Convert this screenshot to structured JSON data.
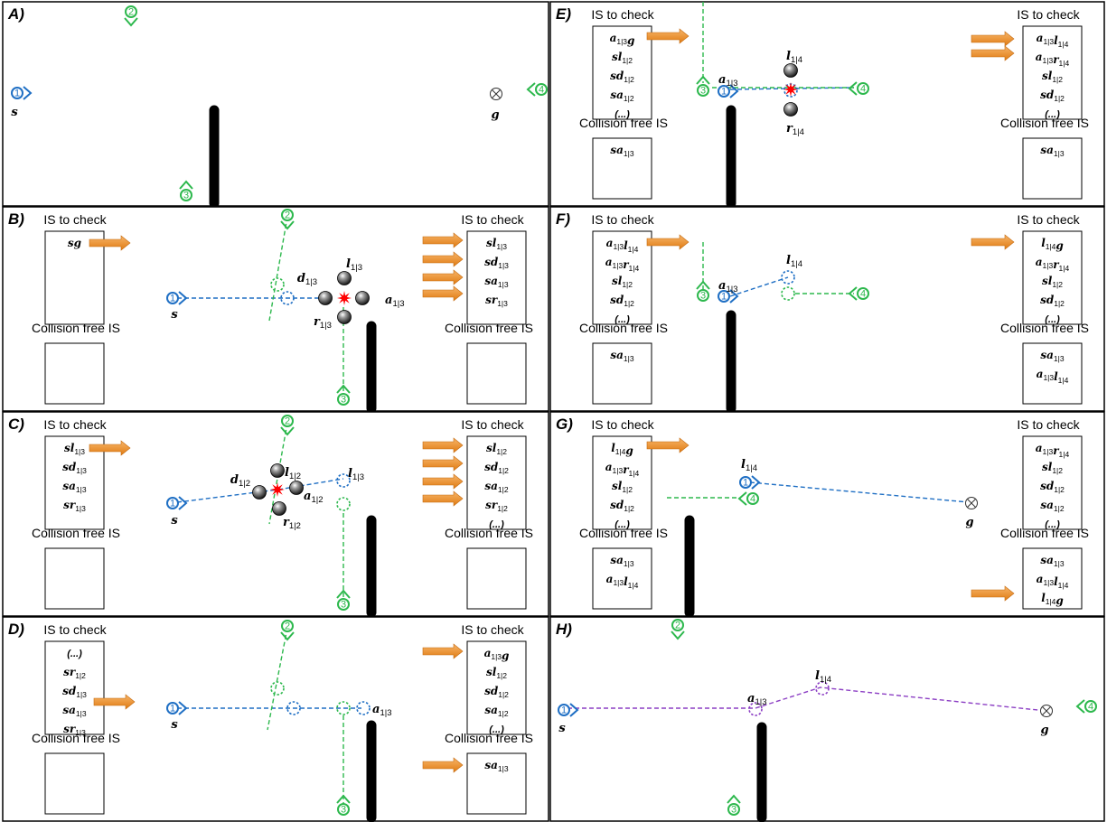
{
  "headers": {
    "to_check": "IS to check",
    "free": "Collision free IS"
  },
  "colors": {
    "robot1": "#1f6fc4",
    "others": "#2db84d",
    "path_final": "#8c3fc4",
    "arrow": "#f0922b",
    "collision": "#ff0000"
  },
  "robot_numbers": [
    "1",
    "2",
    "3",
    "4"
  ],
  "panels": [
    {
      "label": "A)",
      "labels": [
        "s",
        "g"
      ]
    },
    {
      "label": "B)",
      "left_check": [
        "sg"
      ],
      "right_check": [
        "sl_{1|3}",
        "sd_{1|3}",
        "sa_{1|3}",
        "sr_{1|3}"
      ],
      "left_free": [],
      "right_free": [],
      "labels": [
        "s",
        "l_{1|3}",
        "d_{1|3}",
        "a_{1|3}",
        "r_{1|3}"
      ]
    },
    {
      "label": "C)",
      "left_check": [
        "sl_{1|3}",
        "sd_{1|3}",
        "sa_{1|3}",
        "sr_{1|3}"
      ],
      "right_check": [
        "sl_{1|2}",
        "sd_{1|2}",
        "sa_{1|2}",
        "sr_{1|2}",
        "(...)"
      ],
      "left_free": [],
      "right_free": [],
      "labels": [
        "s",
        "d_{1|2}",
        "l_{1|2}",
        "a_{1|2}",
        "r_{1|2}",
        "l_{1|3}"
      ]
    },
    {
      "label": "D)",
      "left_check": [
        "(...)",
        "sr_{1|2}",
        "sd_{1|3}",
        "sa_{1|3}",
        "sr_{1|3}"
      ],
      "right_check": [
        "a_{1|3}g",
        "sl_{1|2}",
        "sd_{1|2}",
        "sa_{1|2}",
        "(...)"
      ],
      "left_free": [],
      "right_free": [
        "sa_{1|3}"
      ],
      "labels": [
        "s",
        "a_{1|3}"
      ]
    },
    {
      "label": "E)",
      "left_check": [
        "a_{1|3}g",
        "sl_{1|2}",
        "sd_{1|2}",
        "sa_{1|2}",
        "(...)"
      ],
      "right_check": [
        "a_{1|3}l_{1|4}",
        "a_{1|3}r_{1|4}",
        "sl_{1|2}",
        "sd_{1|2}",
        "(...)"
      ],
      "left_free": [
        "sa_{1|3}"
      ],
      "right_free": [
        "sa_{1|3}"
      ],
      "labels": [
        "a_{1|3}",
        "l_{1|4}",
        "r_{1|4}"
      ]
    },
    {
      "label": "F)",
      "left_check": [
        "a_{1|3}l_{1|4}",
        "a_{1|3}r_{1|4}",
        "sl_{1|2}",
        "sd_{1|2}",
        "(...)"
      ],
      "right_check": [
        "l_{1|4}g",
        "a_{1|3}r_{1|4}",
        "sl_{1|2}",
        "sd_{1|2}",
        "(...)"
      ],
      "left_free": [
        "sa_{1|3}"
      ],
      "right_free": [
        "sa_{1|3}",
        "a_{1|3}l_{1|4}"
      ],
      "labels": [
        "a_{1|3}",
        "l_{1|4}"
      ]
    },
    {
      "label": "G)",
      "left_check": [
        "l_{1|4}g",
        "a_{1|3}r_{1|4}",
        "sl_{1|2}",
        "sd_{1|2}",
        "(...)"
      ],
      "right_check": [
        "a_{1|3}r_{1|4}",
        "sl_{1|2}",
        "sd_{1|2}",
        "sa_{1|2}",
        "(...)"
      ],
      "left_free": [
        "sa_{1|3}",
        "a_{1|3}l_{1|4}"
      ],
      "right_free": [
        "sa_{1|3}",
        "a_{1|3}l_{1|4}",
        "l_{1|4}g"
      ],
      "labels": [
        "l_{1|4}",
        "g"
      ]
    },
    {
      "label": "H)",
      "labels": [
        "s",
        "a_{1|3}",
        "l_{1|4}",
        "g"
      ]
    }
  ]
}
